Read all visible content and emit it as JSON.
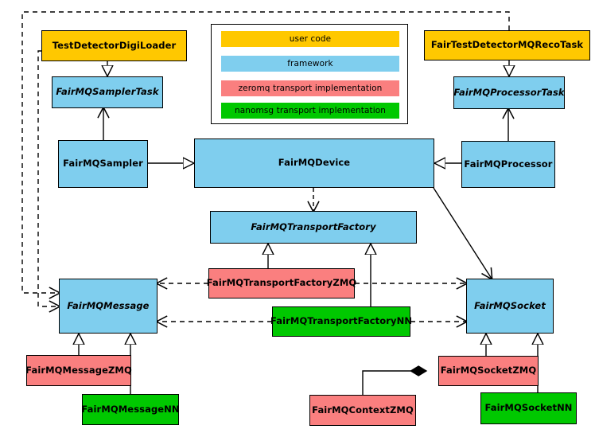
{
  "diagram": {
    "title": "FairMQ class diagram",
    "palette": {
      "user_code": "#ffc800",
      "framework": "#7fceee",
      "zeromq": "#fa7f7f",
      "nanomsg": "#00c800",
      "line": "#000000",
      "background": "#ffffff"
    },
    "legend": {
      "items": [
        {
          "label": "user code",
          "color": "#ffc800"
        },
        {
          "label": "framework",
          "color": "#7fceee"
        },
        {
          "label": "zeromq transport implementation",
          "color": "#fa7f7f"
        },
        {
          "label": "nanomsg transport implementation",
          "color": "#00c800"
        }
      ]
    },
    "nodes": [
      {
        "id": "TestDetectorDigiLoader",
        "label": "TestDetectorDigiLoader",
        "category": "user code",
        "abstract": false
      },
      {
        "id": "FairTestDetectorMQRecoTask",
        "label": "FairTestDetectorMQRecoTask",
        "category": "user code",
        "abstract": false
      },
      {
        "id": "FairMQSamplerTask",
        "label": "FairMQSamplerTask",
        "category": "framework",
        "abstract": true
      },
      {
        "id": "FairMQProcessorTask",
        "label": "FairMQProcessorTask",
        "category": "framework",
        "abstract": true
      },
      {
        "id": "FairMQSampler",
        "label": "FairMQSampler",
        "category": "framework",
        "abstract": false
      },
      {
        "id": "FairMQDevice",
        "label": "FairMQDevice",
        "category": "framework",
        "abstract": false
      },
      {
        "id": "FairMQProcessor",
        "label": "FairMQProcessor",
        "category": "framework",
        "abstract": false
      },
      {
        "id": "FairMQTransportFactory",
        "label": "FairMQTransportFactory",
        "category": "framework",
        "abstract": true
      },
      {
        "id": "FairMQTransportFactoryZMQ",
        "label": "FairMQTransportFactoryZMQ",
        "category": "zeromq transport implementation",
        "abstract": false
      },
      {
        "id": "FairMQTransportFactoryNN",
        "label": "FairMQTransportFactoryNN",
        "category": "nanomsg transport implementation",
        "abstract": false
      },
      {
        "id": "FairMQMessage",
        "label": "FairMQMessage",
        "category": "framework",
        "abstract": true
      },
      {
        "id": "FairMQSocket",
        "label": "FairMQSocket",
        "category": "framework",
        "abstract": true
      },
      {
        "id": "FairMQMessageZMQ",
        "label": "FairMQMessageZMQ",
        "category": "zeromq transport implementation",
        "abstract": false
      },
      {
        "id": "FairMQMessageNN",
        "label": "FairMQMessageNN",
        "category": "nanomsg transport implementation",
        "abstract": false
      },
      {
        "id": "FairMQSocketZMQ",
        "label": "FairMQSocketZMQ",
        "category": "zeromq transport implementation",
        "abstract": false
      },
      {
        "id": "FairMQSocketNN",
        "label": "FairMQSocketNN",
        "category": "nanomsg transport implementation",
        "abstract": false
      },
      {
        "id": "FairMQContextZMQ",
        "label": "FairMQContextZMQ",
        "category": "zeromq transport implementation",
        "abstract": false
      }
    ],
    "edges": [
      {
        "from": "TestDetectorDigiLoader",
        "to": "FairMQSamplerTask",
        "type": "generalization"
      },
      {
        "from": "FairTestDetectorMQRecoTask",
        "to": "FairMQProcessorTask",
        "type": "generalization"
      },
      {
        "from": "FairMQSampler",
        "to": "FairMQSamplerTask",
        "type": "association"
      },
      {
        "from": "FairMQSampler",
        "to": "FairMQDevice",
        "type": "generalization"
      },
      {
        "from": "FairMQProcessor",
        "to": "FairMQDevice",
        "type": "generalization"
      },
      {
        "from": "FairMQProcessor",
        "to": "FairMQProcessorTask",
        "type": "association"
      },
      {
        "from": "FairMQDevice",
        "to": "FairMQTransportFactory",
        "type": "dependency"
      },
      {
        "from": "FairMQDevice",
        "to": "FairMQSocket",
        "type": "association"
      },
      {
        "from": "FairMQTransportFactoryZMQ",
        "to": "FairMQTransportFactory",
        "type": "generalization"
      },
      {
        "from": "FairMQTransportFactoryNN",
        "to": "FairMQTransportFactory",
        "type": "generalization"
      },
      {
        "from": "FairMQTransportFactoryZMQ",
        "to": "FairMQMessage",
        "type": "dependency"
      },
      {
        "from": "FairMQTransportFactoryZMQ",
        "to": "FairMQSocket",
        "type": "dependency"
      },
      {
        "from": "FairMQTransportFactoryNN",
        "to": "FairMQMessage",
        "type": "dependency"
      },
      {
        "from": "FairMQTransportFactoryNN",
        "to": "FairMQSocket",
        "type": "dependency"
      },
      {
        "from": "TestDetectorDigiLoader",
        "to": "FairMQMessage",
        "type": "dependency"
      },
      {
        "from": "FairTestDetectorMQRecoTask",
        "to": "FairMQMessage",
        "type": "dependency"
      },
      {
        "from": "FairMQMessageZMQ",
        "to": "FairMQMessage",
        "type": "generalization"
      },
      {
        "from": "FairMQMessageNN",
        "to": "FairMQMessage",
        "type": "generalization"
      },
      {
        "from": "FairMQSocketZMQ",
        "to": "FairMQSocket",
        "type": "generalization"
      },
      {
        "from": "FairMQSocketNN",
        "to": "FairMQSocket",
        "type": "generalization"
      },
      {
        "from": "FairMQContextZMQ",
        "to": "FairMQSocketZMQ",
        "type": "composition"
      }
    ]
  }
}
